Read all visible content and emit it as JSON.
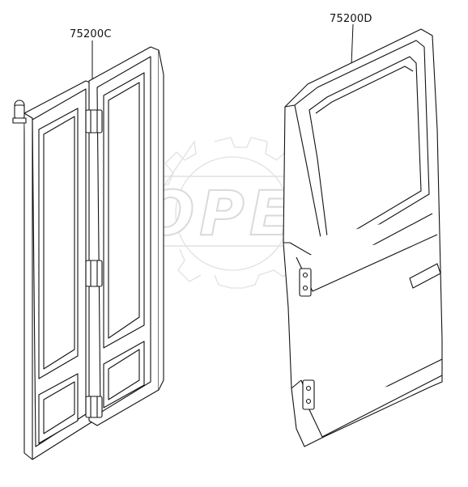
{
  "diagram": {
    "parts": [
      {
        "id": "rear-double-doors",
        "callout": "75200C"
      },
      {
        "id": "sliding-side-door",
        "callout": "75200D"
      }
    ],
    "watermark": {
      "text": "OPEX",
      "style": "gear-logo"
    }
  }
}
